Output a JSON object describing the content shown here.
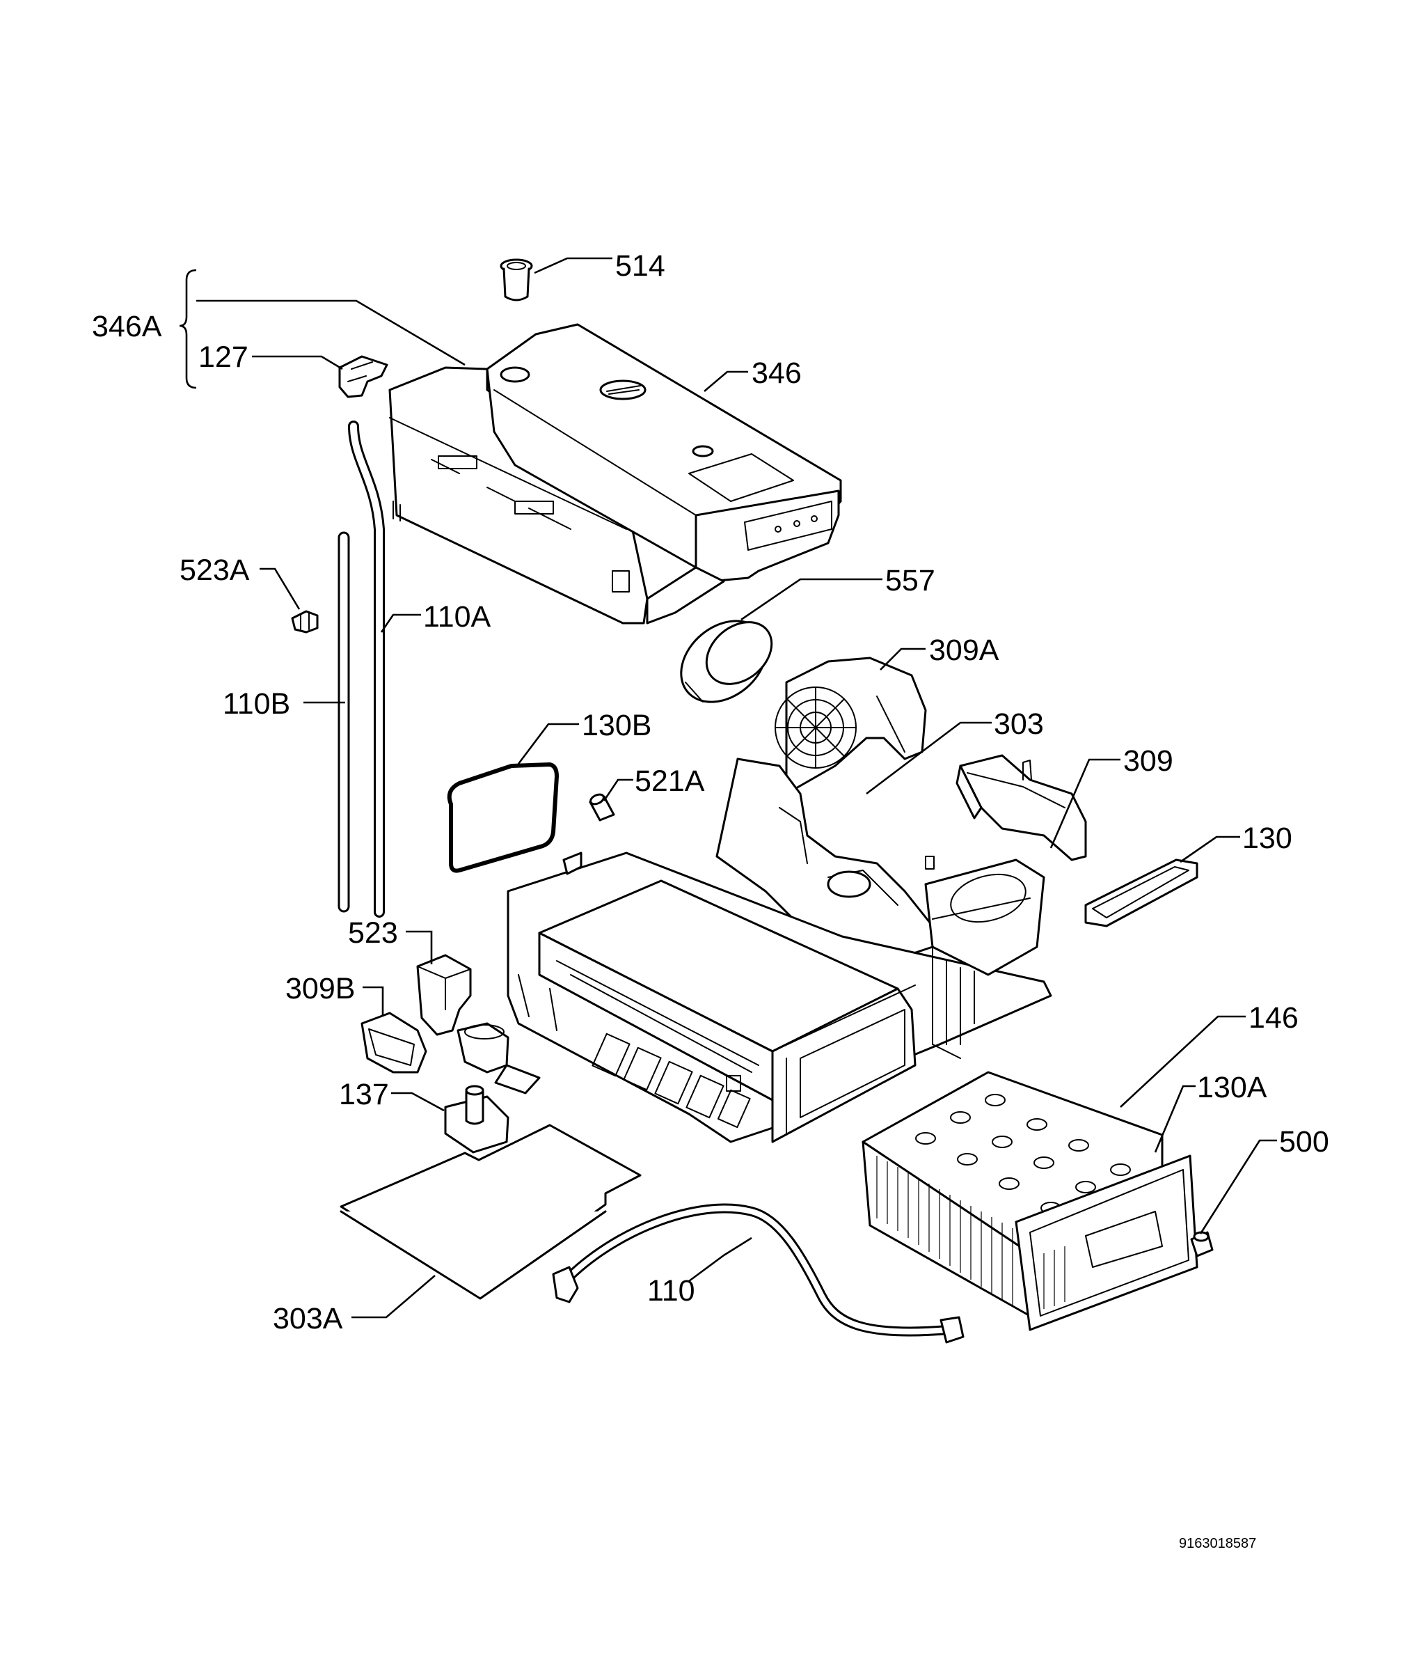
{
  "labels": {
    "l514": "514",
    "l346A": "346A",
    "l127": "127",
    "l346": "346",
    "l523A": "523A",
    "l110A": "110A",
    "l557": "557",
    "l309A": "309A",
    "l110B": "110B",
    "l130B": "130B",
    "l303": "303",
    "l521A": "521A",
    "l309": "309",
    "l130": "130",
    "l523": "523",
    "l309B": "309B",
    "l146": "146",
    "l137": "137",
    "l130A": "130A",
    "l500": "500",
    "l110": "110",
    "l303A": "303A"
  },
  "reference_number": "9163018587"
}
